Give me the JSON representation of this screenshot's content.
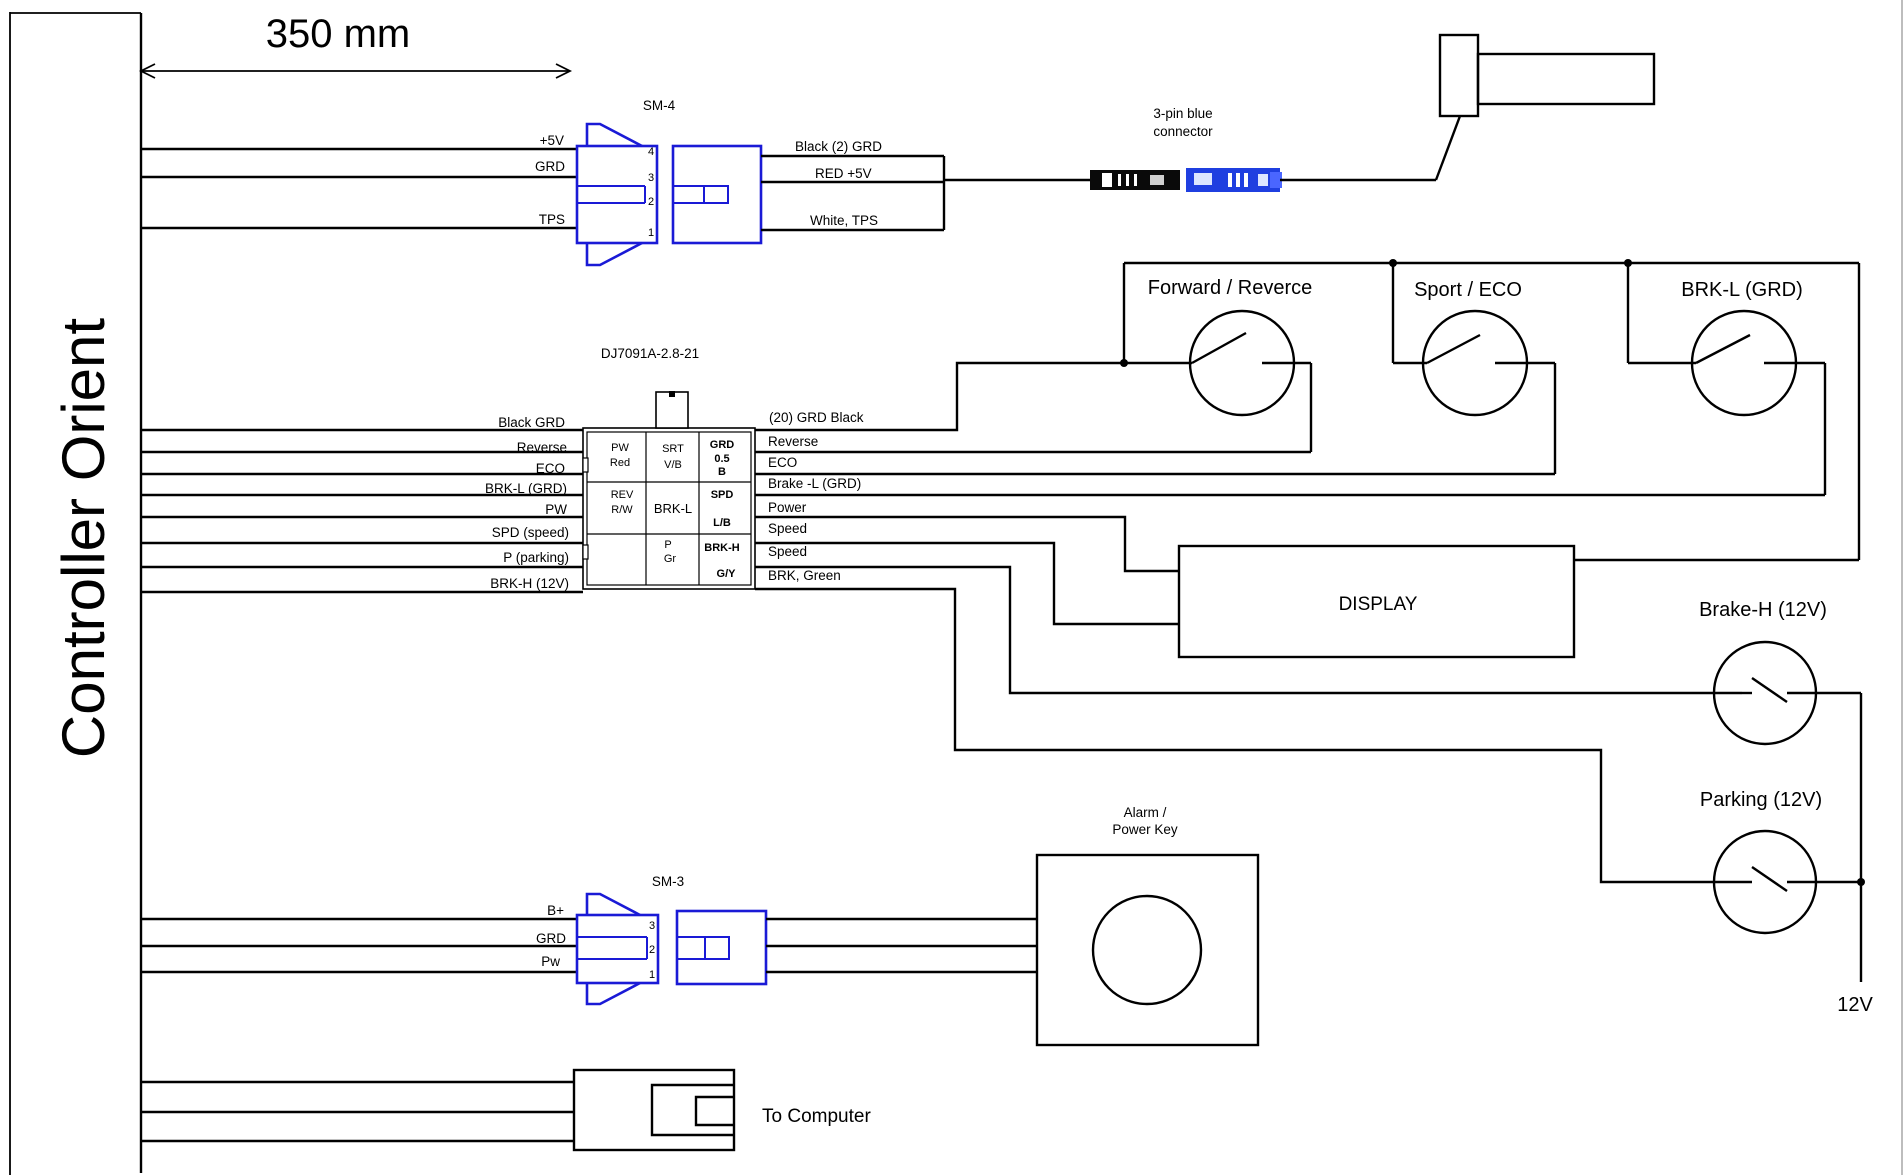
{
  "dimension": {
    "label": "350 mm"
  },
  "controller": {
    "label": "Controller Orient"
  },
  "sm4": {
    "title": "SM-4",
    "left_pins": [
      "+5V",
      "GRD",
      "TPS"
    ],
    "pin_numbers": [
      "4",
      "3",
      "2",
      "1"
    ],
    "right_wires": [
      "Black (2) GRD",
      "RED  +5V",
      "White,  TPS"
    ]
  },
  "throttle_connector": {
    "label_line1": "3-pin blue",
    "label_line2": "connector"
  },
  "dj": {
    "title": "DJ7091A-2.8-21",
    "left_pins": [
      "Black GRD",
      "Reverse",
      "ECO",
      "BRK-L (GRD)",
      "PW",
      "SPD (speed)",
      "P (parking)",
      "BRK-H (12V)"
    ],
    "right_wires": [
      "(20) GRD  Black",
      "Reverse",
      "ECO",
      "Brake -L (GRD)",
      "Power",
      "Speed",
      "Speed",
      "BRK, Green"
    ],
    "cells": {
      "r1c1a": "PW",
      "r1c1b": "Red",
      "r1c2a": "SRT",
      "r1c2b": "V/B",
      "r1c3a": "GRD",
      "r1c3b": "0.5",
      "r1c3c": "B",
      "r2c1a": "REV",
      "r2c1b": "R/W",
      "r2c2": "BRK-L",
      "r2c3a": "SPD",
      "r2c3b": "L/B",
      "r3c2a": "P",
      "r3c2b": "Gr",
      "r3c3a": "BRK-H",
      "r3c3b": "G/Y"
    }
  },
  "switches": {
    "forward_reverse": "Forward / Reverce",
    "sport_eco": "Sport / ECO",
    "brk_l": "BRK-L (GRD)",
    "brake_h": "Brake-H (12V)",
    "parking": "Parking (12V)"
  },
  "display": {
    "label": "DISPLAY"
  },
  "supply": {
    "label": "12V"
  },
  "sm3": {
    "title": "SM-3",
    "left_pins": [
      "B+",
      "GRD",
      "Pw"
    ],
    "pin_numbers": [
      "3",
      "2",
      "1"
    ]
  },
  "alarm": {
    "label_line1": "Alarm /",
    "label_line2": "Power Key"
  },
  "computer": {
    "label": "To Computer"
  }
}
